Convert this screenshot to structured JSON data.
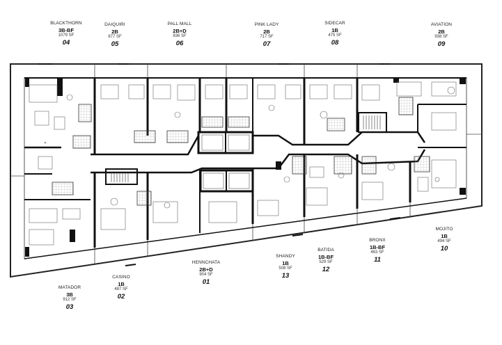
{
  "floorplan": {
    "colors": {
      "wall": "#111111",
      "line": "#555555",
      "background": "#ffffff",
      "tile": "#888888"
    },
    "units_top": [
      {
        "name": "BLACKTHORN",
        "type": "3B-BF",
        "area": "1079 SF",
        "number": "04"
      },
      {
        "name": "DAIQUIRI",
        "type": "2B",
        "area": "677 SF",
        "number": "05"
      },
      {
        "name": "PALL MALL",
        "type": "2B+D",
        "area": "836 SF",
        "number": "06"
      },
      {
        "name": "PINK LADY",
        "type": "2B",
        "area": "717 SF",
        "number": "07"
      },
      {
        "name": "SIDECAR",
        "type": "1B",
        "area": "475 SF",
        "number": "08"
      },
      {
        "name": "AVIATION",
        "type": "2B",
        "area": "938 SF",
        "number": "09"
      }
    ],
    "units_bottom": [
      {
        "name": "MATADOR",
        "type": "3B",
        "area": "912 SF",
        "number": "03"
      },
      {
        "name": "CASINO",
        "type": "1B",
        "area": "487 SF",
        "number": "02"
      },
      {
        "name": "HENNCHATA",
        "type": "2B+D",
        "area": "904 SF",
        "number": "01"
      },
      {
        "name": "SHANDY",
        "type": "1B",
        "area": "508 SF",
        "number": "13"
      },
      {
        "name": "BATIDA",
        "type": "1B-BF",
        "area": "529 SF",
        "number": "12"
      },
      {
        "name": "BRONX",
        "type": "1B-BF",
        "area": "463 SF",
        "number": "11"
      },
      {
        "name": "MOJITO",
        "type": "1B",
        "area": "494 SF",
        "number": "10"
      }
    ]
  }
}
